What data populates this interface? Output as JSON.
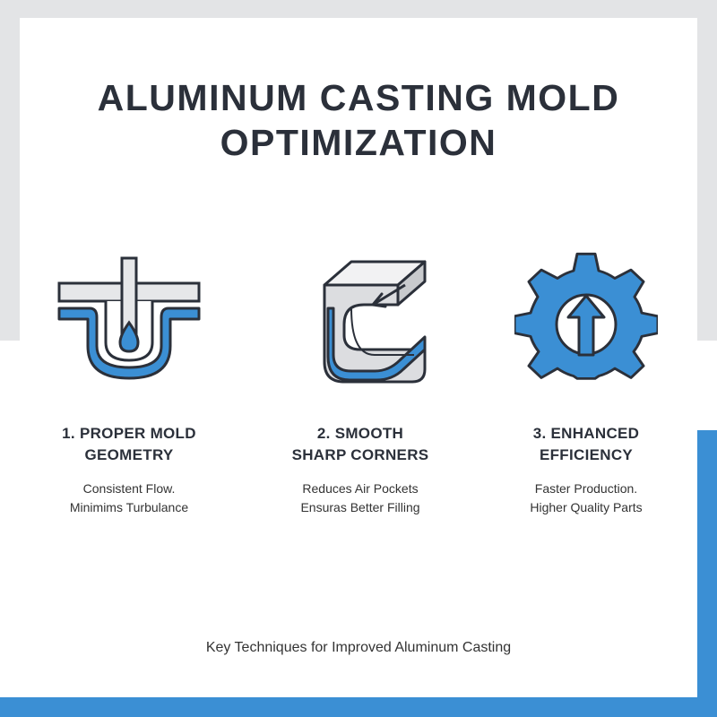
{
  "title": {
    "line1": "ALUMINUM CASTING MOLD",
    "line2": "OPTIMIZATION"
  },
  "features": [
    {
      "icon": "mold-geometry-icon",
      "title_line1": "1. PROPER MOLD",
      "title_line2": "GEOMETRY",
      "desc_line1": "Consistent Flow.",
      "desc_line2": "Minimims Turbulance"
    },
    {
      "icon": "smooth-corner-icon",
      "title_line1": "2. SMOOTH",
      "title_line2": "SHARP CORNERS",
      "desc_line1": "Reduces Air Pockets",
      "desc_line2": "Ensuras Better Filling"
    },
    {
      "icon": "gear-arrow-icon",
      "title_line1": "3. ENHANCED",
      "title_line2": "EFFICIENCY",
      "desc_line1": "Faster Production.",
      "desc_line2": "Higher Quality Parts"
    }
  ],
  "caption": "Key Techniques for Improved Aluminum Casting",
  "colors": {
    "accent": "#3b8fd4",
    "dark": "#2b303a",
    "light_gray": "#e3e4e6",
    "text": "#333333"
  }
}
